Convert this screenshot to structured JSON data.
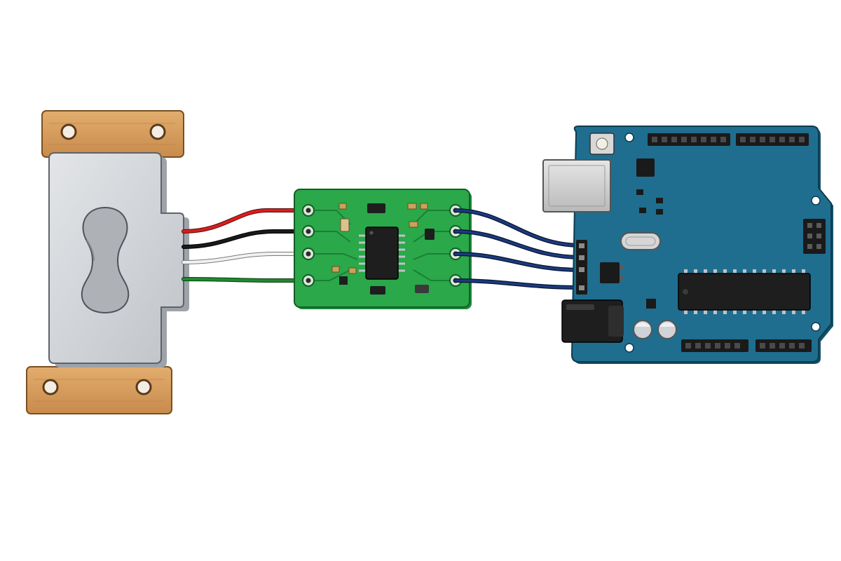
{
  "diagram": {
    "components": [
      {
        "id": "load-cell",
        "kind": "load cell on wooden mounts"
      },
      {
        "id": "amplifier",
        "kind": "green amplifier breakout board"
      },
      {
        "id": "microcontroller",
        "kind": "blue microcontroller board"
      }
    ],
    "wires": {
      "sensor_side": [
        {
          "name": "red",
          "color": "#d81e1e"
        },
        {
          "name": "black",
          "color": "#1a1a1a"
        },
        {
          "name": "white",
          "color": "#f2f2f2"
        },
        {
          "name": "green",
          "color": "#1f8a2e"
        }
      ],
      "controller_side": [
        {
          "name": "blue-1",
          "color": "#12285c"
        },
        {
          "name": "blue-2",
          "color": "#12285c"
        },
        {
          "name": "blue-3",
          "color": "#12285c"
        },
        {
          "name": "blue-4",
          "color": "#12285c"
        }
      ]
    },
    "colors": {
      "wood": "#d49a5c",
      "aluminum": "#cfd2d6",
      "amp_pcb": "#2aa84a",
      "controller_pcb": "#1f6e8f",
      "outline": "#2b2b2b"
    }
  }
}
